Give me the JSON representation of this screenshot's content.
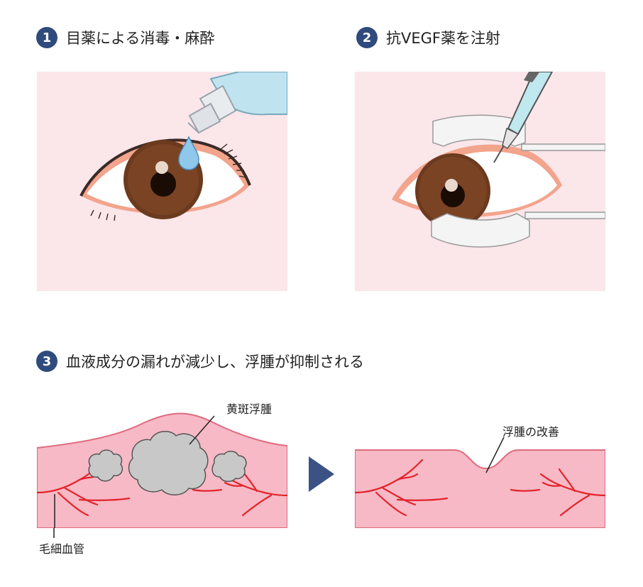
{
  "steps": [
    {
      "number": "1",
      "title": "目薬による消毒・麻酔"
    },
    {
      "number": "2",
      "title": "抗VEGF薬を注射"
    },
    {
      "number": "3",
      "title": "血液成分の漏れが減少し、浮腫が抑制される"
    }
  ],
  "labels": {
    "macular_edema": "黄斑浮腫",
    "capillary": "毛細血管",
    "edema_improved": "浮腫の改善"
  },
  "colors": {
    "badge": "#2f4a7c",
    "panel_bg": "#fbe6ea",
    "tissue": "#f7b9c6",
    "tissue_edge": "#e06a7e",
    "vessel": "#e3242b",
    "edema": "#c8c8c8",
    "arrow": "#3a5384"
  }
}
